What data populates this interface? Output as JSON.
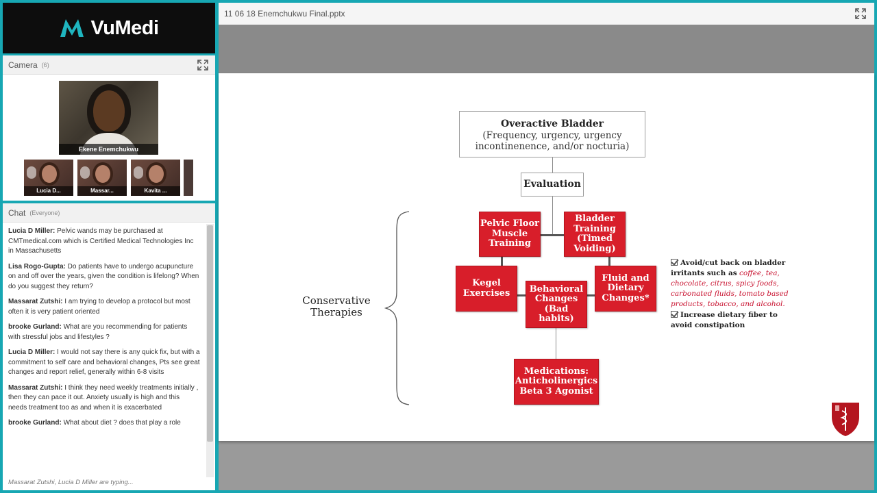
{
  "logo": {
    "text": "VuMedi",
    "accent": "#1fb5bf"
  },
  "camera": {
    "title": "Camera",
    "count": "(6)",
    "main_speaker": "Ekene Enemchukwu",
    "thumbnails": [
      "Lucia D...",
      "Massar...",
      "Kavita ..."
    ]
  },
  "chat": {
    "title": "Chat",
    "scope": "(Everyone)",
    "messages": [
      {
        "author": "Lucia D Miller:",
        "text": "Pelvic wands may be purchased at CMTmedical.com which is Certified Medical Technologies Inc in Massachusetts"
      },
      {
        "author": "Lisa Rogo-Gupta:",
        "text": "Do patients have to undergo acupuncture on and off over the years, given the condition is lifelong? When do you suggest they return?"
      },
      {
        "author": "Massarat Zutshi:",
        "text": "I am trying to develop a protocol but most often it is very patient oriented"
      },
      {
        "author": "brooke Gurland:",
        "text": "What are you recommending for patients with stressful jobs and lifestyles ?"
      },
      {
        "author": "Lucia D Miller:",
        "text": "I would not say there is any quick fix, but with a commitment to self care and behavioral changes, Pts see great changes and report relief, generally within 6-8 visits"
      },
      {
        "author": "Massarat Zutshi:",
        "text": "I think they need weekly treatments initially , then they can pace it out. Anxiety usually is high and this needs treatment too as and when it is exacerbated"
      },
      {
        "author": "brooke Gurland:",
        "text": "What about diet ? does that play a role"
      }
    ],
    "typing": "Massarat Zutshi, Lucia D Miller are typing..."
  },
  "presentation": {
    "filename": "11 06 18 Enemchukwu Final.pptx"
  },
  "slide": {
    "root_title": "Overactive Bladder",
    "root_sub": "(Frequency, urgency, urgency incontinenence, and/or nocturia)",
    "evaluation": "Evaluation",
    "pelvic_floor": "Pelvic Floor Muscle Training",
    "bladder_training": "Bladder Training (Timed Voiding)",
    "kegel": "Kegel Exercises",
    "behavioral": "Behavioral Changes (Bad habits)",
    "fluid_diet": "Fluid and Dietary Changes*",
    "medications": "Medications: Anticholinergics Beta 3 Agonist",
    "conservative": "Conservative Therapies",
    "note1_start": "Avoid/cut back on bladder irritants such as",
    "note1_items": "coffee, tea, chocolate, citrus, spicy foods, carbonated fluids, tomato based products, tobacco, and alcohol.",
    "note2": "Increase dietary fiber to avoid constipation"
  },
  "colors": {
    "frame": "#17a7b3",
    "box_red": "#d81e2a",
    "irritant_red": "#c8102e"
  }
}
